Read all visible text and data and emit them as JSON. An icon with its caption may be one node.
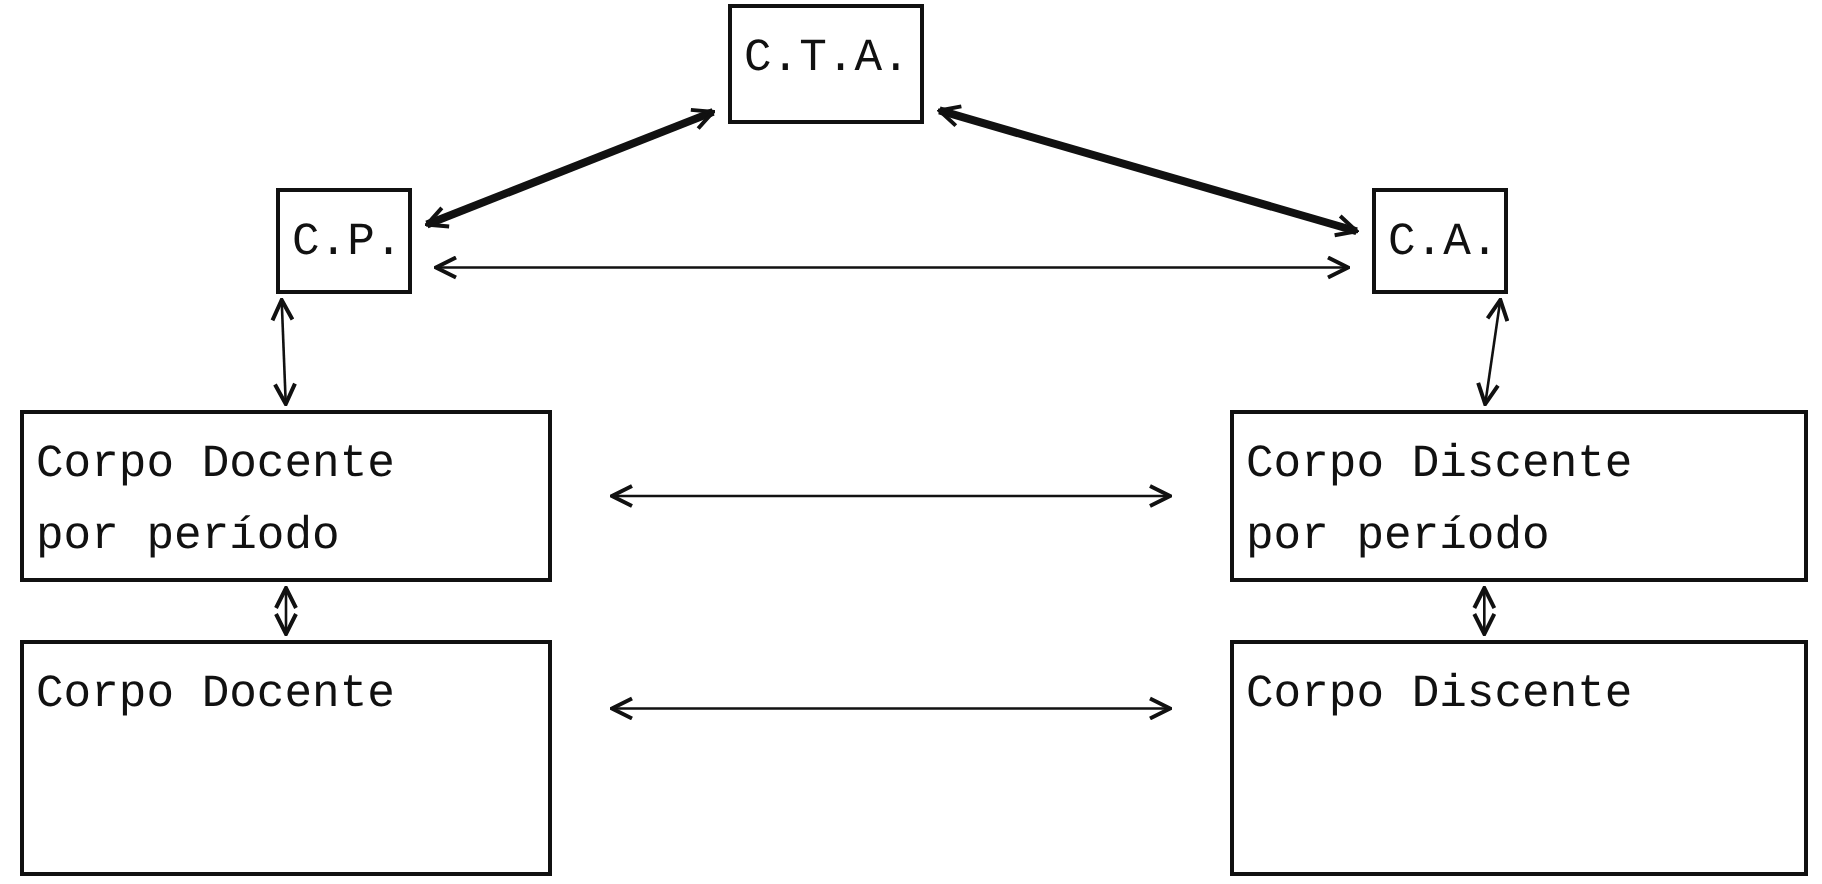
{
  "diagram": {
    "nodes": [
      {
        "text": [
          "C.T.A."
        ]
      },
      {
        "text": [
          "C.P."
        ]
      },
      {
        "text": [
          "C.A."
        ]
      },
      {
        "text": [
          "Corpo Docente por período"
        ]
      },
      {
        "text": [
          "Corpo Discente por período"
        ]
      },
      {
        "text": [
          "Corpo Docente"
        ]
      },
      {
        "text": [
          "Corpo Discente"
        ]
      }
    ],
    "edges": [
      {
        "from": 0,
        "to": 1,
        "arrow": "both",
        "style": "thick"
      },
      {
        "from": 0,
        "to": 2,
        "arrow": "both",
        "style": "thick"
      },
      {
        "from": 1,
        "to": 2,
        "arrow": "both"
      },
      {
        "from": 1,
        "to": 3,
        "arrow": "both"
      },
      {
        "from": 2,
        "to": 4,
        "arrow": "both"
      },
      {
        "from": 3,
        "to": 4,
        "arrow": "both"
      },
      {
        "from": 3,
        "to": 5,
        "arrow": "both"
      },
      {
        "from": 4,
        "to": 6,
        "arrow": "both"
      },
      {
        "from": 5,
        "to": 6,
        "arrow": "both"
      }
    ]
  }
}
